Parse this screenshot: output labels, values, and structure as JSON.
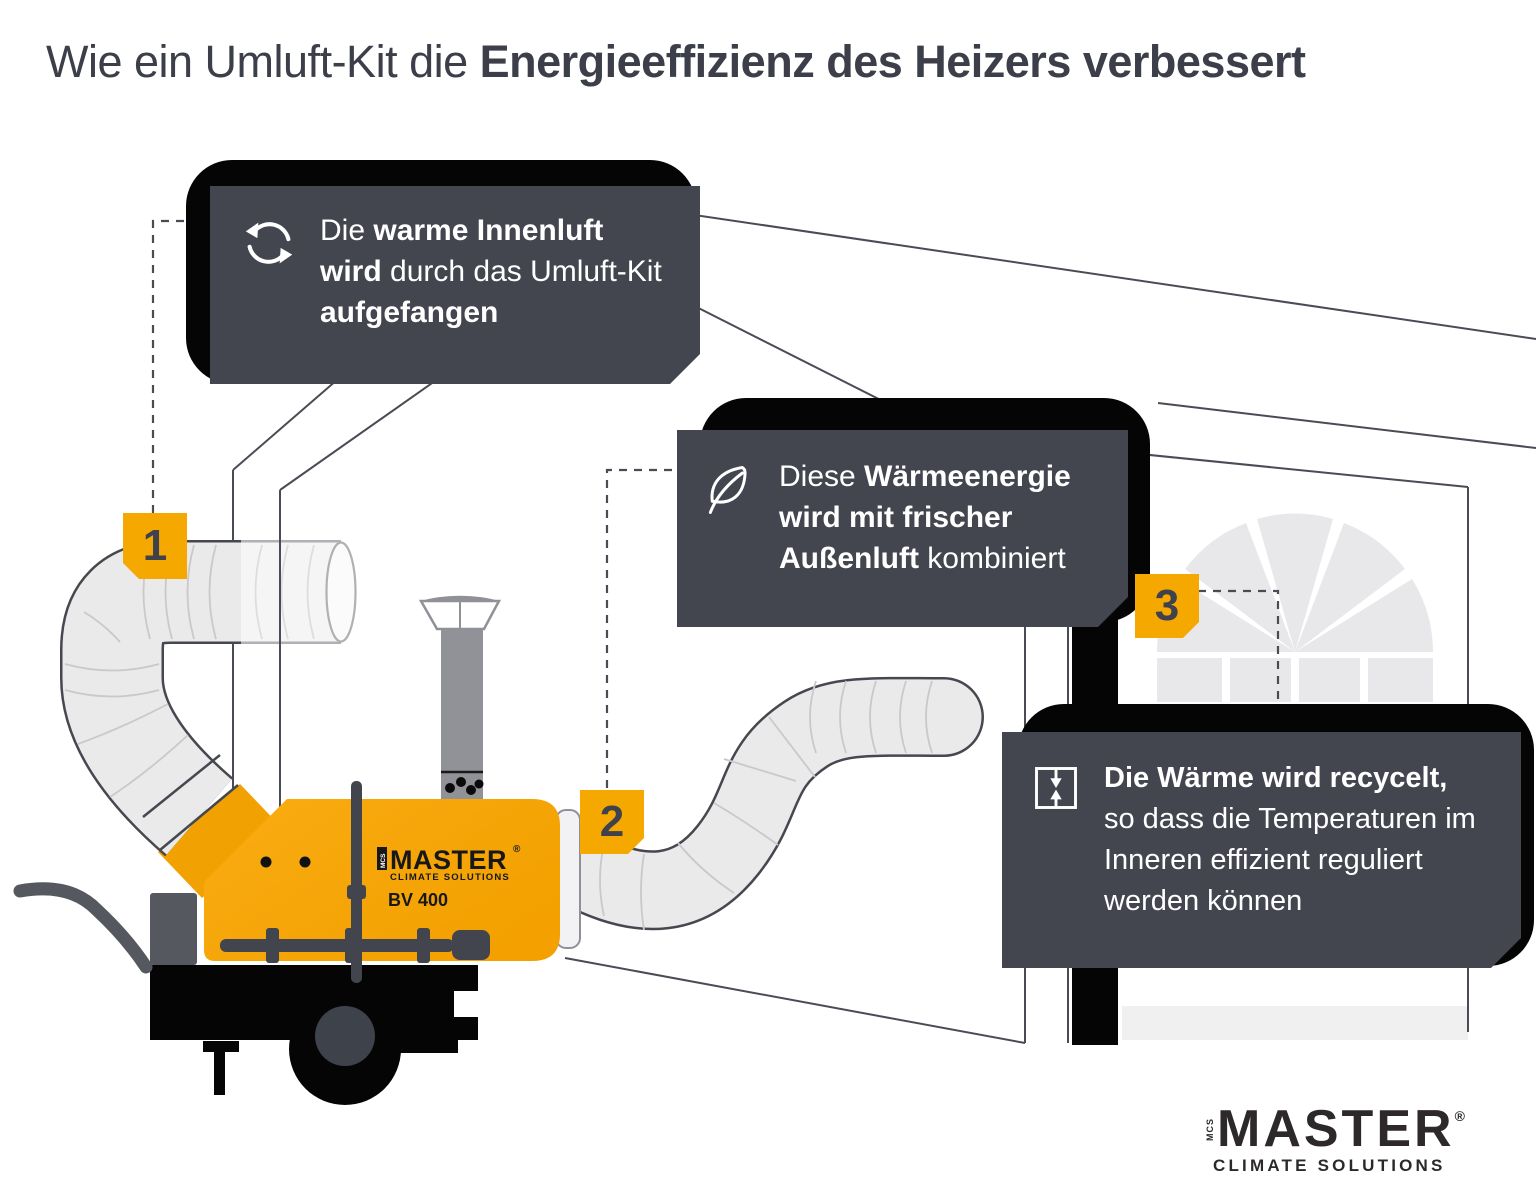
{
  "title": {
    "regular": "Wie ein Umluft-Kit die ",
    "bold": "Energieeffizienz des Heizers verbessert"
  },
  "callouts": [
    {
      "icon": "cycle-arrows-icon",
      "lines": [
        {
          "pre": "Die ",
          "bold": "warme Innenluft",
          "post": ""
        },
        {
          "pre": "",
          "bold": "wird ",
          "post": "durch das Umluft-Kit"
        },
        {
          "pre": "",
          "bold": "aufgefangen",
          "post": ""
        }
      ]
    },
    {
      "icon": "leaf-icon",
      "lines": [
        {
          "pre": "Diese ",
          "bold": "Wärmeenergie",
          "post": ""
        },
        {
          "pre": "",
          "bold": "wird mit frischer",
          "post": ""
        },
        {
          "pre": "",
          "bold": "Außenluft",
          "post": " kombiniert"
        }
      ]
    },
    {
      "icon": "heat-recycle-icon",
      "lines": [
        {
          "pre": "",
          "bold": "Die Wärme wird recycelt,",
          "post": ""
        },
        {
          "pre": "so dass die Temperaturen im",
          "bold": "",
          "post": ""
        },
        {
          "pre": "Inneren effizient reguliert",
          "bold": "",
          "post": ""
        },
        {
          "pre": "werden können",
          "bold": "",
          "post": ""
        }
      ]
    }
  ],
  "badges": [
    {
      "number": "1"
    },
    {
      "number": "2"
    },
    {
      "number": "3"
    }
  ],
  "heater": {
    "brand": "MASTER",
    "registered": "®",
    "mcs": "MCS",
    "brand_sub": "CLIMATE SOLUTIONS",
    "model": "BV 400"
  },
  "footer_logo": {
    "brand": "MASTER",
    "registered": "®",
    "mcs": "MCS",
    "sub": "CLIMATE SOLUTIONS"
  },
  "colors": {
    "accent_yellow": "#F5A800",
    "callout_background": "#43454F",
    "shadow_black": "#050505",
    "outline_gray": "#4A4C55",
    "duct_gray": "#EAEAEB",
    "window_gray": "#E8E8EA",
    "title_gray": "#3C3F49"
  }
}
